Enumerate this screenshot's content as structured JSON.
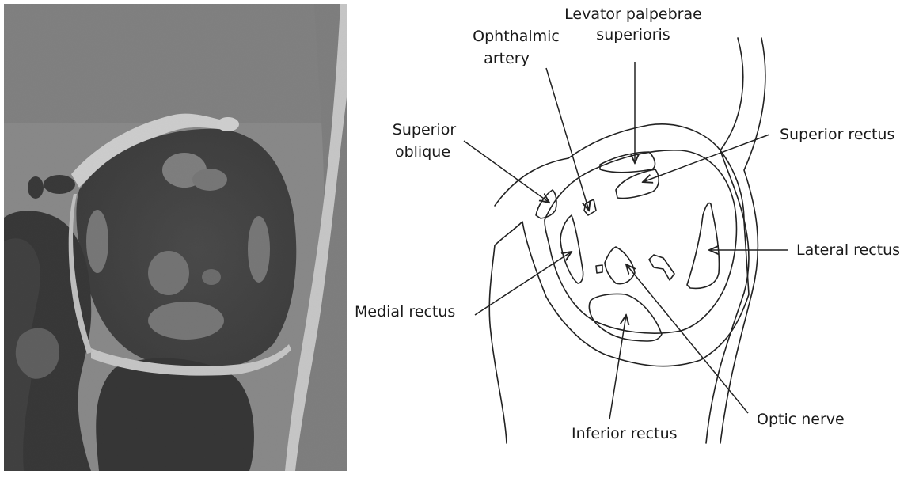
{
  "labels": {
    "levator_line1": "Levator palpebrae",
    "levator_line2": "superioris",
    "ophthalmic_line1": "Ophthalmic",
    "ophthalmic_line2": "artery",
    "superior_oblique_line1": "Superior",
    "superior_oblique_line2": "oblique",
    "superior_rectus": "Superior rectus",
    "lateral_rectus": "Lateral rectus",
    "medial_rectus": "Medial rectus",
    "optic_nerve": "Optic nerve",
    "inferior_rectus": "Inferior rectus"
  },
  "colors": {
    "ct_background": "#8c8c8c",
    "orbit_fat": "#1a1a1a",
    "bone": "#f2f2f2",
    "line": "#222222"
  }
}
